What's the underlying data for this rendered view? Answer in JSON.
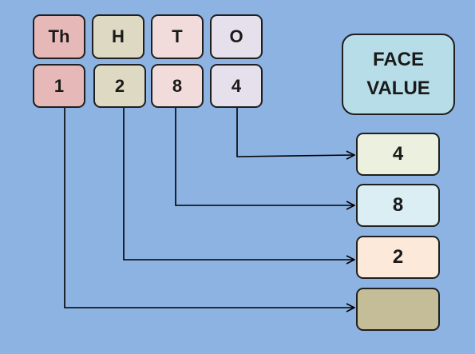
{
  "headers": {
    "thousands": "Th",
    "hundreds": "H",
    "tens": "T",
    "ones": "O"
  },
  "digits": {
    "thousands": "1",
    "hundreds": "2",
    "tens": "8",
    "ones": "4"
  },
  "face_value": {
    "line1": "FACE",
    "line2": "VALUE"
  },
  "results": [
    "4",
    "8",
    "2",
    ""
  ],
  "colors": {
    "background": "#8db3e2",
    "thousands": "#e6b9b8",
    "hundreds": "#ddd9c3",
    "tens": "#f2dcdb",
    "ones": "#e5e0ec",
    "face_value": "#b7dee8",
    "result_ones": "#ebf1de",
    "result_tens": "#daeef3",
    "result_hundreds": "#fde9d9",
    "result_thousands": "#c4bd97"
  }
}
